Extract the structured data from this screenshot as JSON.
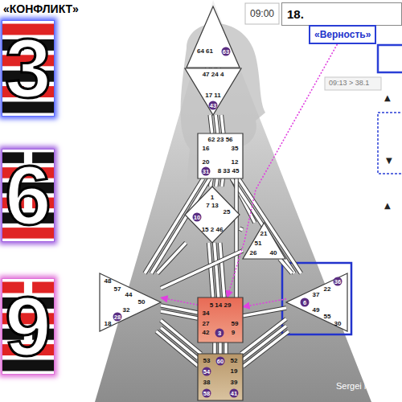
{
  "diagram": {
    "title": "«КОНФЛИКТ»",
    "nodes": [
      {
        "text": [
          "3"
        ]
      },
      {
        "text": [
          "6"
        ]
      },
      {
        "text": [
          "9"
        ]
      },
      {
        "text": [
          "18."
        ]
      },
      {
        "text": [
          "«Верность»"
        ]
      },
      {
        "text": [
          "64 61",
          "63"
        ]
      },
      {
        "text": [
          "47 24 4",
          "17 11",
          "43"
        ]
      },
      {
        "text": [
          "62 23 56",
          "16",
          "35",
          "20",
          "12",
          "31",
          "8 33 45"
        ]
      },
      {
        "text": [
          "1",
          "7 13",
          "25",
          "10",
          "15 2 46"
        ]
      },
      {
        "text": [
          "21",
          "51",
          "26",
          "40"
        ]
      },
      {
        "text": [
          "48",
          "57",
          "44",
          "50",
          "32",
          "28",
          "18"
        ]
      },
      {
        "text": [
          "36",
          "22",
          "37",
          "6",
          "49",
          "55",
          "30"
        ]
      },
      {
        "text": [
          "5 14 29",
          "34",
          "27",
          "59",
          "42",
          "3",
          "9"
        ]
      },
      {
        "text": [
          "53",
          "60",
          "52",
          "54",
          "19",
          "38",
          "39",
          "58",
          "41"
        ]
      }
    ],
    "edges": [
      {
        "from": 5,
        "to": 6,
        "arrow": "none"
      },
      {
        "from": 5,
        "to": 6,
        "arrow": "none"
      },
      {
        "from": 5,
        "to": 6,
        "arrow": "none"
      },
      {
        "from": 6,
        "to": 7,
        "arrow": "none"
      },
      {
        "from": 6,
        "to": 7,
        "arrow": "none"
      },
      {
        "from": 6,
        "to": 7,
        "arrow": "none"
      },
      {
        "from": 7,
        "to": 8,
        "arrow": "none"
      },
      {
        "from": 7,
        "to": 8,
        "arrow": "none"
      },
      {
        "from": 7,
        "to": 8,
        "arrow": "none"
      },
      {
        "from": 7,
        "to": 9,
        "arrow": "none"
      },
      {
        "from": 7,
        "to": 10,
        "arrow": "none"
      },
      {
        "from": 7,
        "to": 10,
        "arrow": "none"
      },
      {
        "from": 7,
        "to": 11,
        "arrow": "none"
      },
      {
        "from": 7,
        "to": 11,
        "arrow": "none"
      },
      {
        "from": 7,
        "to": 12,
        "arrow": "none"
      },
      {
        "from": 8,
        "to": 9,
        "arrow": "none"
      },
      {
        "from": 8,
        "to": 10,
        "arrow": "none"
      },
      {
        "from": 8,
        "to": 12,
        "arrow": "none"
      },
      {
        "from": 8,
        "to": 12,
        "arrow": "none"
      },
      {
        "from": 8,
        "to": 12,
        "arrow": "none"
      },
      {
        "from": 9,
        "to": 10,
        "arrow": "none"
      },
      {
        "from": 9,
        "to": 11,
        "arrow": "none"
      },
      {
        "from": 12,
        "to": 10,
        "arrow": "none"
      },
      {
        "from": 12,
        "to": 10,
        "arrow": "none"
      },
      {
        "from": 12,
        "to": 11,
        "arrow": "none"
      },
      {
        "from": 12,
        "to": 13,
        "arrow": "none"
      },
      {
        "from": 12,
        "to": 13,
        "arrow": "none"
      },
      {
        "from": 12,
        "to": 13,
        "arrow": "none"
      },
      {
        "from": 10,
        "to": 13,
        "arrow": "none"
      },
      {
        "from": 10,
        "to": 13,
        "arrow": "none"
      },
      {
        "from": 10,
        "to": 13,
        "arrow": "none"
      },
      {
        "from": 11,
        "to": 13,
        "arrow": "none"
      },
      {
        "from": 11,
        "to": 13,
        "arrow": "none"
      },
      {
        "from": 11,
        "to": 13,
        "arrow": "none"
      },
      {
        "from": 4,
        "to": 12,
        "arrow": "to"
      },
      {
        "from": 12,
        "to": 10,
        "arrow": "to"
      },
      {
        "from": 11,
        "to": 12,
        "arrow": "to"
      }
    ],
    "labels": [
      "09:00",
      "09:13 > 38.1",
      "▲",
      "▼",
      "▲",
      "Sergei Mavlato"
    ]
  }
}
